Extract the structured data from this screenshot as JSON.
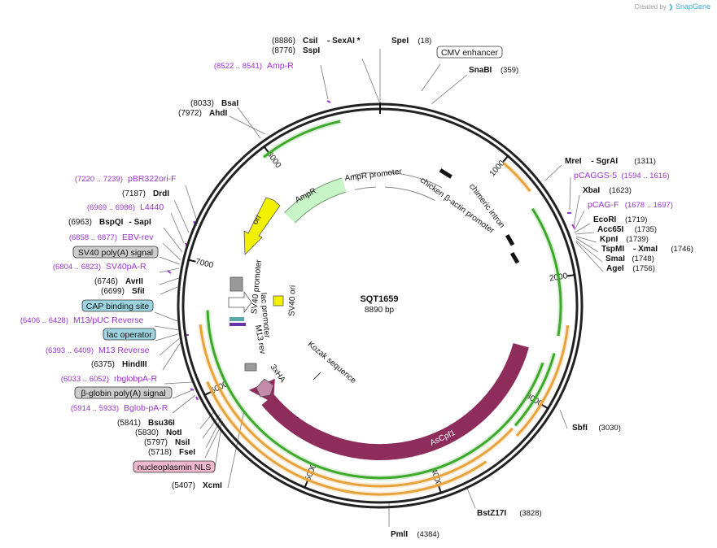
{
  "credit": {
    "prefix": "Created by",
    "brand": "SnapGene"
  },
  "plasmid": {
    "name": "SQT1659",
    "length": "8890 bp"
  },
  "ticks": [
    "1000",
    "2000",
    "3000",
    "4000",
    "5000",
    "6000",
    "7000",
    "8000"
  ],
  "colors": {
    "backbone": "#222222",
    "enzyme_label": "#111111",
    "feature_label": "#9933cc",
    "cds_ascpf1": "#8e2d5c",
    "cds_ampr": "#c8f5c8",
    "ori": "#f2f200",
    "orange_arc": "#e8a23a",
    "green_arc": "#3da82a",
    "promoter": "#ffffff",
    "sv40ori": "#f2f200",
    "gray_box": "#999999"
  },
  "enzymes": [
    {
      "pos": "(8886)",
      "name": "CsiI",
      "extra": "- SexAI *"
    },
    {
      "pos": "(8776)",
      "name": "SspI",
      "extra": ""
    },
    {
      "pos": "(18)",
      "name": "SpeI",
      "extra": ""
    },
    {
      "pos": "(359)",
      "name": "SnaBI",
      "extra": ""
    },
    {
      "pos": "(8033)",
      "name": "BsaI",
      "extra": ""
    },
    {
      "pos": "(7972)",
      "name": "AhdI",
      "extra": ""
    },
    {
      "pos": "(1311)",
      "name": "MreI",
      "extra": "- SgrAI"
    },
    {
      "pos": "(1623)",
      "name": "XbaI",
      "extra": ""
    },
    {
      "pos": "(1719)",
      "name": "EcoRI",
      "extra": ""
    },
    {
      "pos": "(1735)",
      "name": "Acc65I",
      "extra": ""
    },
    {
      "pos": "(1739)",
      "name": "KpnI",
      "extra": ""
    },
    {
      "pos": "(1746)",
      "name": "TspMI",
      "extra": "- XmaI"
    },
    {
      "pos": "(1748)",
      "name": "SmaI",
      "extra": ""
    },
    {
      "pos": "(1756)",
      "name": "AgeI",
      "extra": ""
    },
    {
      "pos": "(7187)",
      "name": "DrdI",
      "extra": ""
    },
    {
      "pos": "(6963)",
      "name": "BspQI",
      "extra": "- SapI"
    },
    {
      "pos": "(6746)",
      "name": "AvrII",
      "extra": ""
    },
    {
      "pos": "(6699)",
      "name": "SfiI",
      "extra": ""
    },
    {
      "pos": "(6375)",
      "name": "HindIII",
      "extra": ""
    },
    {
      "pos": "(3030)",
      "name": "SbfI",
      "extra": ""
    },
    {
      "pos": "(5841)",
      "name": "Bsu36I",
      "extra": ""
    },
    {
      "pos": "(5830)",
      "name": "NotI",
      "extra": ""
    },
    {
      "pos": "(5797)",
      "name": "NsiI",
      "extra": ""
    },
    {
      "pos": "(5718)",
      "name": "FseI",
      "extra": ""
    },
    {
      "pos": "(3828)",
      "name": "BstZ17I",
      "extra": ""
    },
    {
      "pos": "(5407)",
      "name": "XcmI",
      "extra": ""
    },
    {
      "pos": "(4384)",
      "name": "PmlI",
      "extra": ""
    }
  ],
  "primers": [
    {
      "range": "(8522 .. 8541)",
      "name": "Amp-R"
    },
    {
      "range": "(7220 .. 7239)",
      "name": "pBR322ori-F"
    },
    {
      "range": "(6969 .. 6986)",
      "name": "L4440"
    },
    {
      "range": "(6858 .. 6877)",
      "name": "EBV-rev"
    },
    {
      "range": "(6804 .. 6823)",
      "name": "SV40pA-R"
    },
    {
      "range": "(6406 .. 6428)",
      "name": "M13/pUC Reverse"
    },
    {
      "range": "(6393 .. 6409)",
      "name": "M13 Reverse"
    },
    {
      "range": "(6033 .. 6052)",
      "name": "rbglobpA-R"
    },
    {
      "range": "(5914 .. 5933)",
      "name": "Bglob-pA-R"
    },
    {
      "range": "(1594 .. 1616)",
      "name": "pCAGGS-5"
    },
    {
      "range": "(1678 .. 1697)",
      "name": "pCAG-F"
    }
  ],
  "boxed_features": [
    "CMV enhancer",
    "SV40 poly(A) signal",
    "CAP binding site",
    "lac operator",
    "β-globin poly(A) signal",
    "nucleoplasmin NLS"
  ],
  "inner_labels": {
    "ampr_promoter": "AmpR promoter",
    "cba_promoter": "chicken β-actin promoter",
    "chimeric_intron": "chimeric intron",
    "ampr": "AmpR",
    "ori": "ori",
    "sv40_promoter": "SV40 promoter",
    "lac_promoter": "lac promoter",
    "m13_rev": "M13 rev",
    "sv40_ori": "SV40 ori",
    "kozak": "Kozak sequence",
    "ha": "3xHA",
    "ascpf1": "AsCpf1"
  }
}
